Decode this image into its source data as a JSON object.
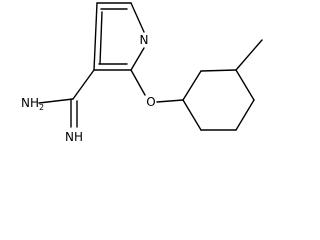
{
  "molecule": {
    "atoms": {
      "ring_nitrogen": "N",
      "ether_oxygen": "O",
      "amine": "NH",
      "amine_subscript": "2",
      "imine": "NH"
    }
  },
  "colors": {
    "bond": "#000000",
    "text": "#000000",
    "background": "#ffffff"
  }
}
